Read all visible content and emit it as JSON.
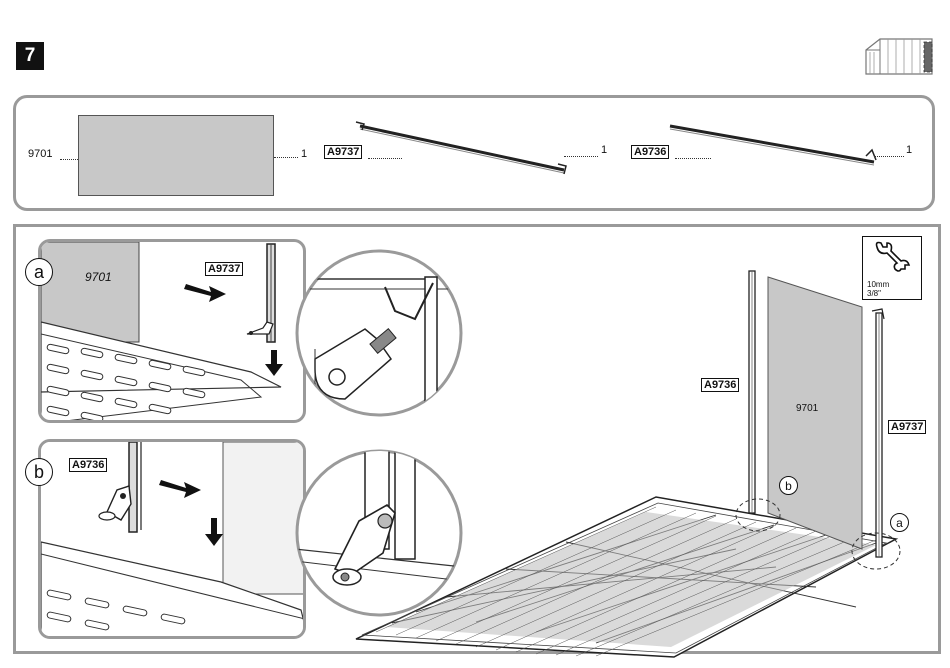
{
  "step": {
    "number": "7"
  },
  "parts": [
    {
      "code": "9701",
      "qty": "1"
    },
    {
      "code": "A9737",
      "qty": "1"
    },
    {
      "code": "A9736",
      "qty": "1"
    }
  ],
  "details": {
    "a": {
      "label": "a",
      "part_code": "A9737",
      "panel_code": "9701"
    },
    "b": {
      "label": "b",
      "part_code": "A9736"
    }
  },
  "main_diagram": {
    "panel_code": "9701",
    "left_post_code": "A9736",
    "right_post_code": "A9737",
    "callout_a": "a",
    "callout_b": "b"
  },
  "tool": {
    "icon": "wrench-icon",
    "size_metric": "10mm",
    "size_imperial": "3/8\""
  },
  "colors": {
    "panel_gray": "#c8c8c8",
    "frame_gray": "#9a9a9a",
    "ink": "#111111"
  }
}
